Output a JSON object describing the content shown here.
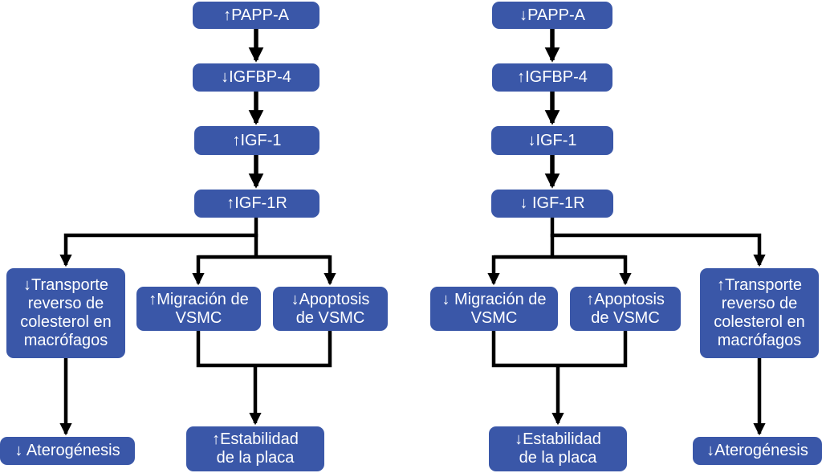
{
  "diagram": {
    "colors": {
      "box": "#3a57a8",
      "text": "#ffffff",
      "arrow": "#000000"
    },
    "left": {
      "pappa": "↑PAPP-A",
      "igfbp4": "↓IGFBP-4",
      "igf1": "↑IGF-1",
      "igf1r": "↑IGF-1R",
      "transporte": "↓Transporte\nreverso de\ncolesterol en\nmacrófagos",
      "migracion": "↑Migración de\nVSMC",
      "apoptosis": "↓Apoptosis\nde VSMC",
      "aterogenesis": "↓ Aterogénesis",
      "estabilidad": "↑Estabilidad\nde la placa"
    },
    "right": {
      "pappa": "↓PAPP-A",
      "igfbp4": "↑IGFBP-4",
      "igf1": "↓IGF-1",
      "igf1r": "↓ IGF-1R",
      "migracion": "↓ Migración de\nVSMC",
      "apoptosis": "↑Apoptosis\nde VSMC",
      "transporte": "↑Transporte\nreverso de\ncolesterol en\nmacrófagos",
      "estabilidad": "↓Estabilidad\nde la placa",
      "aterogenesis": "↓Aterogénesis"
    }
  }
}
